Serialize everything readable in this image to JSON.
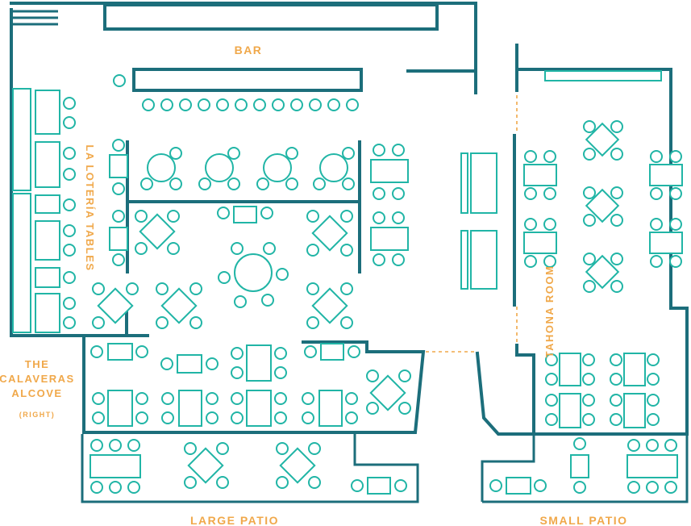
{
  "labels": {
    "bar": "BAR",
    "loteria": "LA LOTERÍA TABLES",
    "tahona": "TAHONA ROOM",
    "calaveras_line1": "THE",
    "calaveras_line2": "CALAVERAS",
    "calaveras_line3": "ALCOVE",
    "calaveras_note": "(RIGHT)",
    "large_patio": "LARGE PATIO",
    "small_patio": "SMALL PATIO"
  },
  "colors": {
    "wall": "#1c6e7b",
    "furniture": "#21b5a6",
    "label": "#f0a84a"
  }
}
